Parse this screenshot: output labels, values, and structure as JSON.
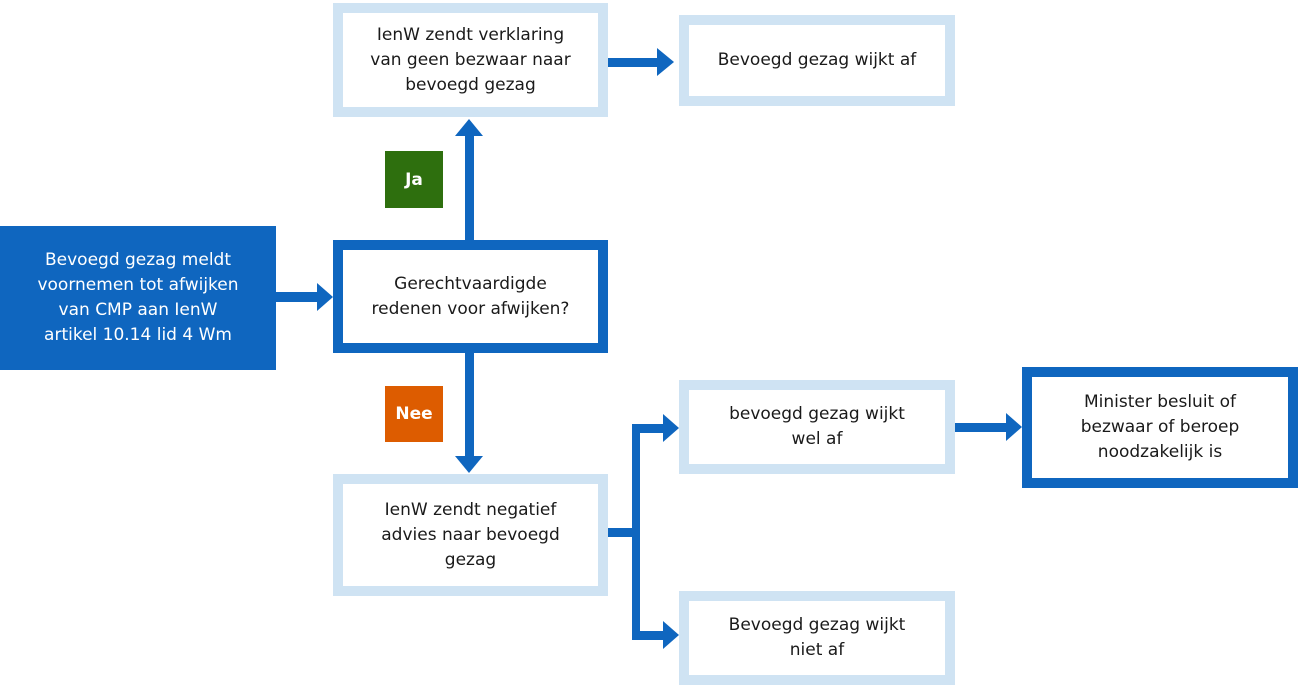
{
  "colors": {
    "primary_blue": "#0f66bf",
    "light_blue_border": "#cfe3f3",
    "yes_green": "#2e6f0e",
    "no_orange": "#dd5c00",
    "text_dark": "#1a1a1a",
    "text_light": "#ffffff"
  },
  "nodes": {
    "start": "Bevoegd gezag meldt\nvoornemen tot afwijken\nvan CMP aan IenW\nartikel 10.14 lid 4 Wm",
    "decision": "Gerechtvaardigde\nredenen voor afwijken?",
    "no_objection": "IenW zendt verklaring\nvan geen bezwaar naar\nbevoegd gezag",
    "deviates": "Bevoegd gezag wijkt af",
    "negative_advice": "IenW zendt negatief\nadvies naar bevoegd\ngezag",
    "does_deviate": "bevoegd gezag wijkt\nwel af",
    "minister_decides": "Minister besluit of\nbezwaar of beroep\nnoodzakelijk is",
    "does_not_deviate": "Bevoegd gezag wijkt\nniet af"
  },
  "badges": {
    "yes": "Ja",
    "no": "Nee"
  },
  "connectors": [
    {
      "from": "start",
      "to": "decision"
    },
    {
      "from": "decision",
      "to": "no_objection",
      "label": "yes"
    },
    {
      "from": "no_objection",
      "to": "deviates"
    },
    {
      "from": "decision",
      "to": "negative_advice",
      "label": "no"
    },
    {
      "from": "negative_advice",
      "to": "does_deviate"
    },
    {
      "from": "negative_advice",
      "to": "does_not_deviate"
    },
    {
      "from": "does_deviate",
      "to": "minister_decides"
    }
  ]
}
